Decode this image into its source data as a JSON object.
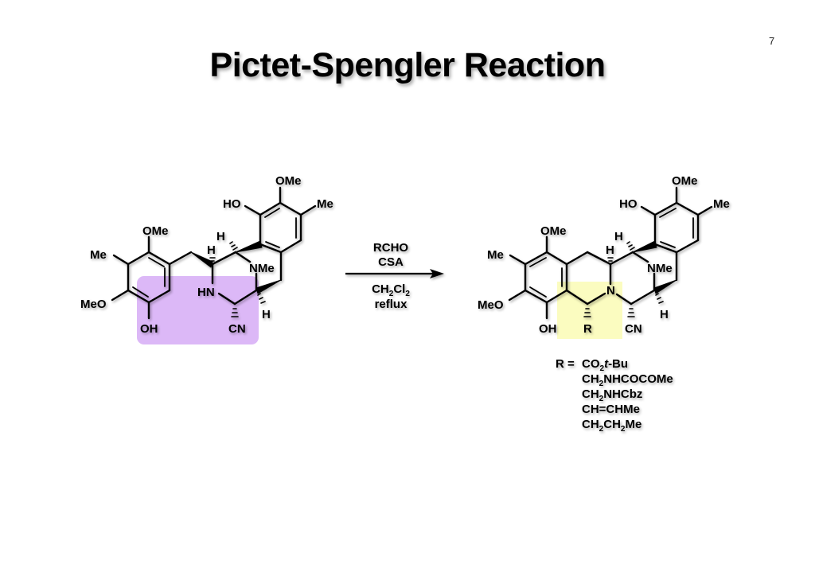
{
  "slide": {
    "title": "Pictet-Spengler Reaction",
    "page_number": "7"
  },
  "colors": {
    "starting_highlight": "#dcb8f7",
    "product_highlight": "#fbfcc0",
    "ink": "#000000"
  },
  "starting_material": {
    "labels": {
      "ome_a": "OMe",
      "me_a": "Me",
      "meo_a": "MeO",
      "oh_a": "OH",
      "h1": "H",
      "h2": "H",
      "hn": "HN",
      "nme": "NMe",
      "cn": "CN",
      "h3": "H",
      "ho_b": "HO",
      "ome_b": "OMe",
      "me_b": "Me"
    },
    "highlight": "phenol-amine region (purple)"
  },
  "arrow": {
    "reagents_above": [
      "RCHO",
      "CSA"
    ],
    "conditions_below": [
      "CH2Cl2",
      "reflux"
    ],
    "solvent_parts": {
      "c": "CH",
      "sub1": "2",
      "cl": "Cl",
      "sub2": "2"
    },
    "icon": "reaction-arrow-icon"
  },
  "product": {
    "labels": {
      "ome_a": "OMe",
      "me_a": "Me",
      "meo_a": "MeO",
      "oh_a": "OH",
      "r": "R",
      "n": "N",
      "h1": "H",
      "h2": "H",
      "nme": "NMe",
      "cn": "CN",
      "h3": "H",
      "ho_b": "HO",
      "ome_b": "OMe",
      "me_b": "Me"
    },
    "highlight": "new ring (yellow)"
  },
  "r_groups": {
    "prefix": "R = ",
    "items": [
      [
        {
          "t": "CO"
        },
        {
          "sub": "2"
        },
        {
          "it": "t"
        },
        {
          "t": "-Bu"
        }
      ],
      [
        {
          "t": "CH"
        },
        {
          "sub": "2"
        },
        {
          "t": "NHCOCOMe"
        }
      ],
      [
        {
          "t": "CH"
        },
        {
          "sub": "2"
        },
        {
          "t": "NHCbz"
        }
      ],
      [
        {
          "t": "CH=CHMe"
        }
      ],
      [
        {
          "t": "CH"
        },
        {
          "sub": "2"
        },
        {
          "t": "CH"
        },
        {
          "sub": "2"
        },
        {
          "t": "Me"
        }
      ]
    ]
  }
}
